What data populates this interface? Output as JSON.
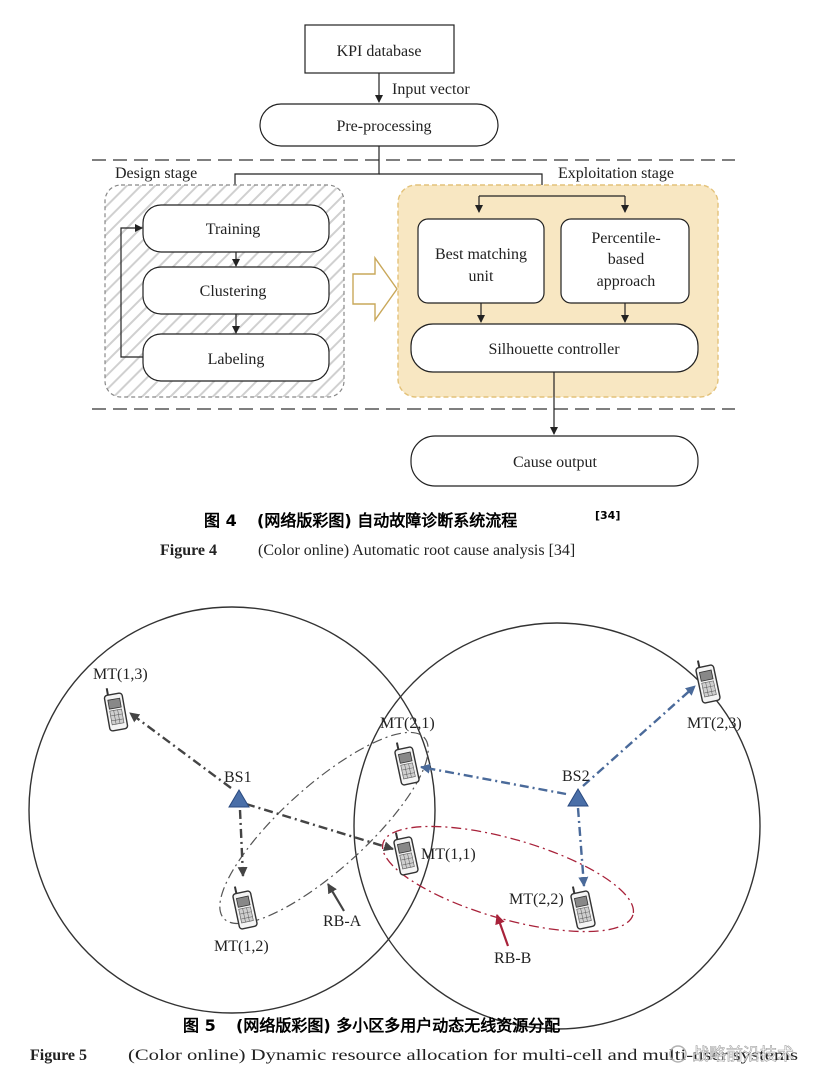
{
  "fig4": {
    "kpi_database": "KPI database",
    "input_vector": "Input vector",
    "pre_processing": "Pre-processing",
    "design_stage": "Design stage",
    "exploitation_stage": "Exploitation stage",
    "training": "Training",
    "clustering": "Clustering",
    "labeling": "Labeling",
    "best_matching_line1": "Best matching",
    "best_matching_line2": "unit",
    "percentile_line1": "Percentile-",
    "percentile_line2": "based",
    "percentile_line3": "approach",
    "silhouette": "Silhouette controller",
    "cause_output": "Cause output",
    "caption_cn_prefix": "图 4",
    "caption_cn_text": "(网络版彩图) 自动故障诊断系统流程",
    "caption_cn_ref": "[34]",
    "caption_en_prefix": "Figure 4",
    "caption_en_text": "(Color online) Automatic root cause analysis [34]"
  },
  "fig5": {
    "mt13": "MT(1,3)",
    "mt21": "MT(2,1)",
    "mt23": "MT(2,3)",
    "bs1": "BS1",
    "bs2": "BS2",
    "mt11": "MT(1,1)",
    "mt22": "MT(2,2)",
    "mt12": "MT(1,2)",
    "rba": "RB-A",
    "rbb": "RB-B",
    "caption_cn_prefix": "图 5",
    "caption_cn_text": "(网络版彩图) 多小区多用户动态无线资源分配",
    "caption_en_prefix": "Figure 5",
    "caption_en_text": "(Color online) Dynamic resource allocation for multi-cell and multi-user systems"
  },
  "watermark": "战略前沿技术",
  "colors": {
    "exploit_fill": "#f8e7c2",
    "exploit_stroke": "#e3c27a",
    "blue_link": "#4a6a9a",
    "dark_link": "#444444",
    "red_ellipse": "#a8223a",
    "triangle": "#4a6fa8"
  }
}
